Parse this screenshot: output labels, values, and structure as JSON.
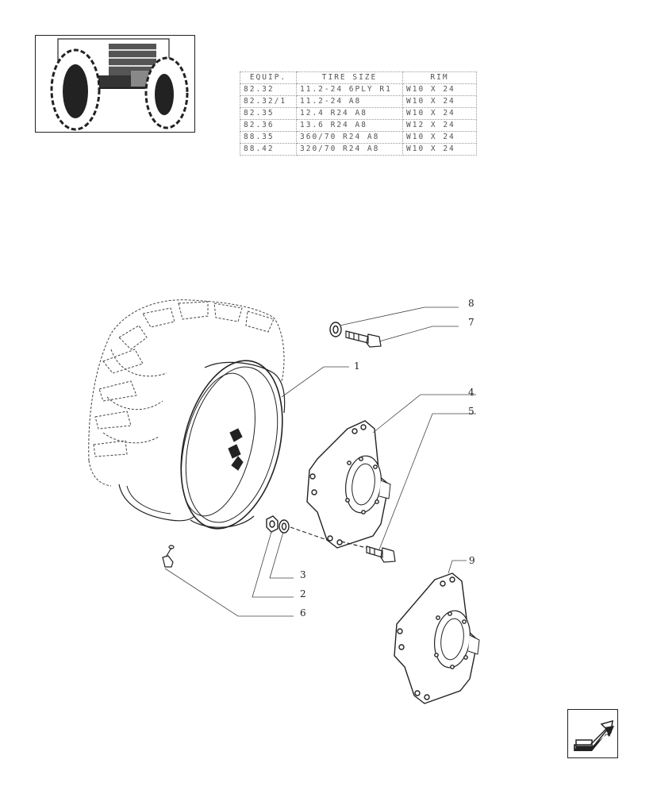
{
  "thumbnail_icon": "tractor-rear-wheels-icon",
  "spec_table": {
    "headers": [
      "EQUIP.",
      "TIRE SIZE",
      "RIM"
    ],
    "rows": [
      [
        "82.32",
        "11.2-24 6PLY R1",
        "W10 X 24"
      ],
      [
        "82.32/1",
        "11.2-24 A8",
        "W10 X 24"
      ],
      [
        "82.35",
        "12.4 R24 A8",
        "W10 X 24"
      ],
      [
        "82.36",
        "13.6 R24 A8",
        "W12 X 24"
      ],
      [
        "88.35",
        "360/70 R24 A8",
        "W10 X 24"
      ],
      [
        "88.42",
        "320/70 R24 A8",
        "W10 X 24"
      ]
    ]
  },
  "callouts": [
    "8",
    "7",
    "1",
    "4",
    "5",
    "3",
    "2",
    "6",
    "9"
  ],
  "nav_icon": "back-arrow-icon"
}
